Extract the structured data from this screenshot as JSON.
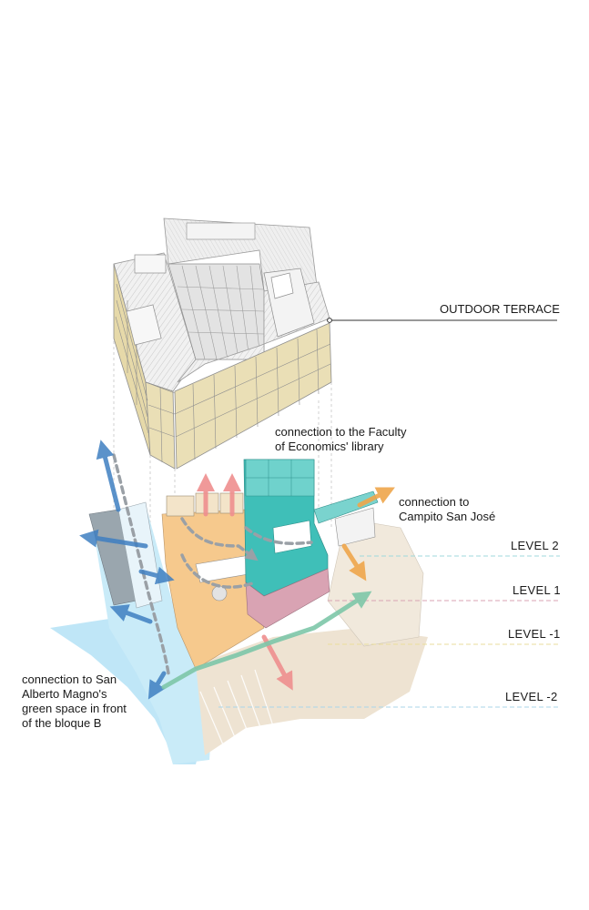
{
  "labels": {
    "outdoor_terrace": "OUTDOOR TERRACE",
    "faculty_library": "connection to the Faculty\nof Economics' library",
    "campito": "connection to\nCampito San José",
    "san_alberto": "connection to San\nAlberto Magno's\ngreen space in front\nof the bloque B"
  },
  "levels": [
    "LEVEL 2",
    "LEVEL 1",
    "LEVEL -1",
    "LEVEL -2"
  ],
  "colors": {
    "level_2": "#9fd9dc",
    "level_1": "#d9a3b3",
    "level_minus_1": "#e9dd9c",
    "level_minus_2": "#a9d6ea",
    "green_space": "#bfe6f7",
    "plaza": "#f6c98d",
    "teal_block": "#3fbfb8",
    "beige_ground": "#eee3d2",
    "arrow_blue": "#3f7fc1",
    "arrow_pink": "#ef8f8f",
    "arrow_orange": "#efa64b",
    "arrow_green": "#7ec7a9",
    "path_grey": "#9aa0a6",
    "building_wall": "#e8dcb0"
  }
}
